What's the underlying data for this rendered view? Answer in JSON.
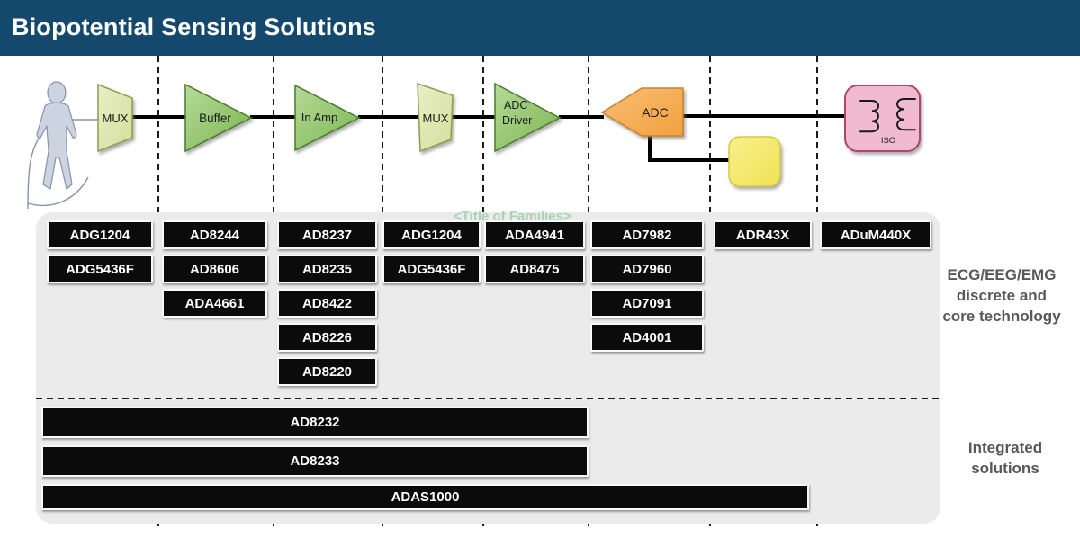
{
  "title": "Biopotential Sensing Solutions",
  "watermark": "<Title of Families>",
  "chain": {
    "mux1_label": "MUX",
    "buffer_label": "Buffer",
    "in_amp_label": "In Amp",
    "mux2_label": "MUX",
    "adc_driver_line1": "ADC",
    "adc_driver_line2": "Driver",
    "adc_label": "ADC",
    "iso_label": "ISO"
  },
  "discrete": {
    "label_lines": [
      "ECG/EEG/EMG",
      "discrete and",
      "core technology"
    ],
    "columns": [
      [
        "ADG1204",
        "ADG5436F"
      ],
      [
        "AD8244",
        "AD8606",
        "ADA4661"
      ],
      [
        "AD8237",
        "AD8235",
        "AD8422",
        "AD8226",
        "AD8220"
      ],
      [
        "ADG1204",
        "ADG5436F"
      ],
      [
        "ADA4941",
        "AD8475"
      ],
      [
        "AD7982",
        "AD7960",
        "AD7091",
        "AD4001"
      ],
      [
        "ADR43X"
      ],
      [
        "ADuM440X"
      ]
    ]
  },
  "integrated": {
    "label_lines": [
      "Integrated",
      "solutions"
    ],
    "bars": [
      "AD8232",
      "AD8233",
      "ADAS1000"
    ]
  },
  "colors": {
    "header_bg": "#14496d",
    "panel_bg": "#ebebeb",
    "chip_bg": "#0b0b0b",
    "chip_text": "#ffffff",
    "mux_fill": "#dfe7ae",
    "mux_stroke": "#8aa04e",
    "amp_fill": "#8cc167",
    "amp_stroke": "#4a7b2d",
    "adc_fill": "#f7ab52",
    "adc_stroke": "#c8832f",
    "ref_fill": "#f5eb6d",
    "ref_stroke": "#d9c940",
    "iso_fill": "#f2bad1",
    "iso_stroke": "#a84a68",
    "section_label": "#595959"
  }
}
